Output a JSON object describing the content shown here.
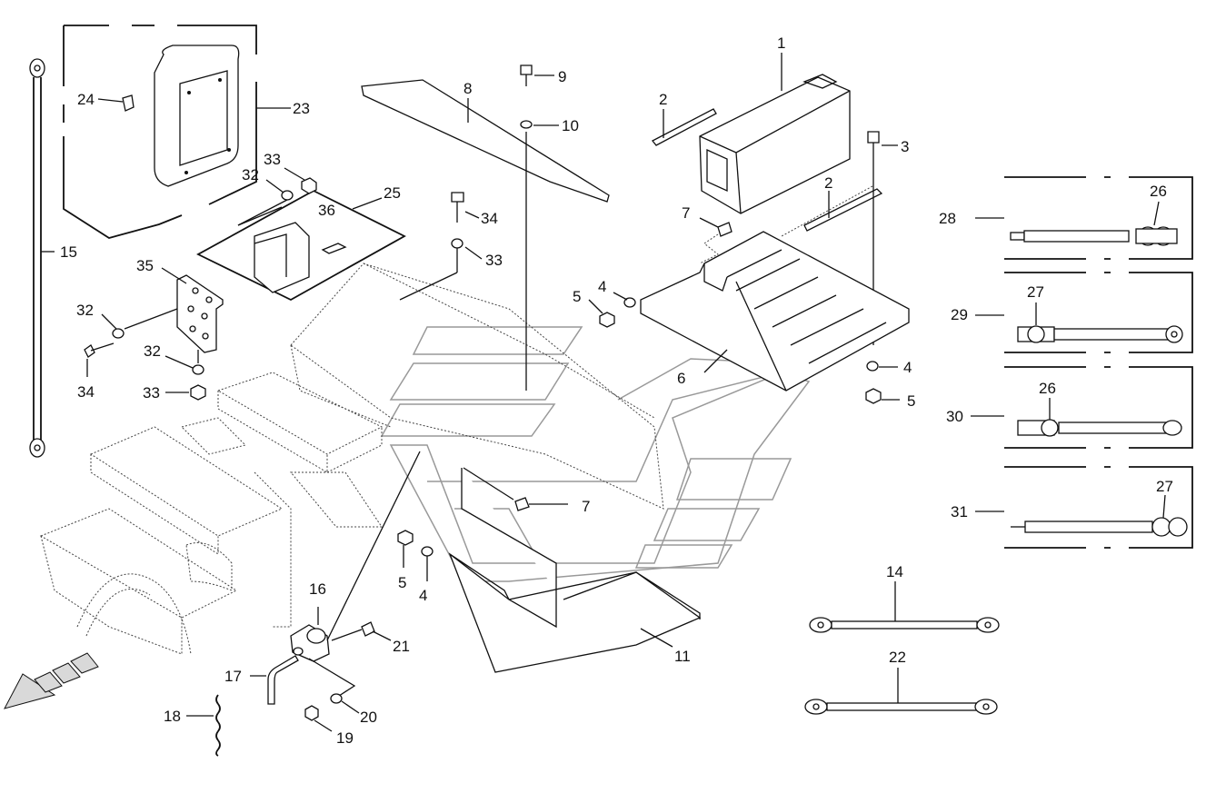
{
  "diagram": {
    "callouts": {
      "c1": "1",
      "c2a": "2",
      "c2b": "2",
      "c3": "3",
      "c4a": "4",
      "c4b": "4",
      "c4c": "4",
      "c5a": "5",
      "c5b": "5",
      "c5c": "5",
      "c6": "6",
      "c7a": "7",
      "c7b": "7",
      "c8": "8",
      "c9": "9",
      "c10": "10",
      "c11": "11",
      "c14": "14",
      "c15": "15",
      "c16": "16",
      "c17": "17",
      "c18": "18",
      "c19": "19",
      "c20": "20",
      "c21": "21",
      "c22": "22",
      "c23": "23",
      "c24": "24",
      "c25": "25",
      "c26a": "26",
      "c26b": "26",
      "c27a": "27",
      "c27b": "27",
      "c28": "28",
      "c29": "29",
      "c30": "30",
      "c31": "31",
      "c32a": "32",
      "c32b": "32",
      "c32c": "32",
      "c33a": "33",
      "c33b": "33",
      "c33c": "33",
      "c34a": "34",
      "c34b": "34",
      "c35": "35",
      "c36": "36"
    },
    "colors": {
      "ink": "#111111",
      "frame_grey": "#999999",
      "arrow_fill": "#d9d9d9"
    },
    "icons": {
      "direction_arrow": "direction-arrow-icon"
    }
  }
}
